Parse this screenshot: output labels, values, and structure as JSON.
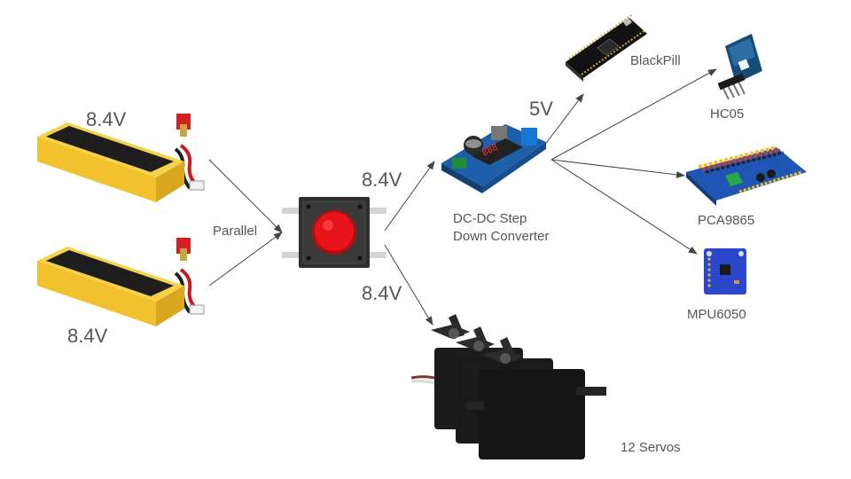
{
  "diagram": {
    "nodes": {
      "battery_top": {
        "voltage_label": "8.4V"
      },
      "battery_bottom": {
        "voltage_label": "8.4V"
      },
      "switch": {
        "label": "Parallel"
      },
      "converter": {
        "label_line1": "DC-DC Step",
        "label_line2": "Down Converter"
      },
      "blackpill": {
        "label": "BlackPill"
      },
      "hc05": {
        "label": "HC05"
      },
      "pca9865": {
        "label": "PCA9865"
      },
      "mpu6050": {
        "label": "MPU6050"
      },
      "servos": {
        "label": "12 Servos"
      }
    },
    "edges": [
      {
        "from": "battery_top",
        "to": "switch"
      },
      {
        "from": "battery_bottom",
        "to": "switch"
      },
      {
        "from": "switch",
        "to": "converter",
        "label": "8.4V"
      },
      {
        "from": "switch",
        "to": "servos",
        "label": "8.4V"
      },
      {
        "from": "converter",
        "to": "blackpill",
        "label": "5V"
      },
      {
        "from": "converter",
        "to": "hc05"
      },
      {
        "from": "converter",
        "to": "pca9865"
      },
      {
        "from": "converter",
        "to": "mpu6050"
      }
    ]
  },
  "colors": {
    "text": "#555555",
    "arrow": "#444444",
    "battery_yellow": "#f2c12e",
    "battery_black": "#1e1e1e",
    "switch_red": "#e8141c",
    "converter_blue": "#1d5fa8",
    "pca_blue": "#1f55b5",
    "mpu_blue": "#2a48c9",
    "servo_black": "#161616"
  }
}
